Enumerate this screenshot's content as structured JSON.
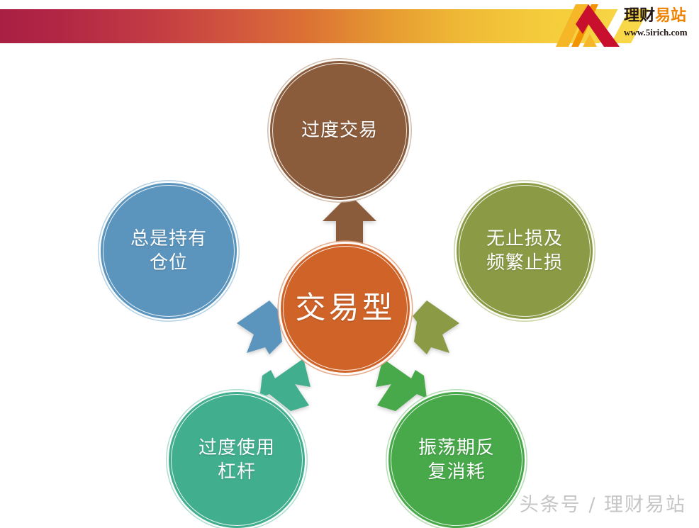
{
  "header": {
    "logo": {
      "mark_name": "mountain-a-logo-mark",
      "brand_part1": "理财",
      "brand_part2": "易站",
      "url": "www.5irich.com",
      "gradient_start": "#a81f44",
      "gradient_mid": "#dc7434",
      "gradient_end": "#f7d341",
      "brand_dark_color": "#231815",
      "brand_accent_color": "#ef8200",
      "mark_red": "#c8102e",
      "mark_gold": "#f5b727"
    }
  },
  "diagram": {
    "type": "radial-cycle",
    "center": {
      "label": "交易型",
      "color": "#cf6328"
    },
    "nodes": [
      {
        "id": "top",
        "label": "过度交易",
        "color": "#8a5c3c",
        "arrow_direction": "up",
        "arrow_color": "#8a5c3c"
      },
      {
        "id": "right",
        "label": "无止损及\n频繁止损",
        "line1": "无止损及",
        "line2": "频繁止损",
        "color": "#8b9b45",
        "arrow_direction": "right",
        "arrow_color": "#8b9b45"
      },
      {
        "id": "bottom-right",
        "label": "振荡期反\n复消耗",
        "line1": "振荡期反",
        "line2": "复消耗",
        "color": "#47a94a",
        "arrow_direction": "down-right",
        "arrow_color": "#47a94a"
      },
      {
        "id": "bottom-left",
        "label": "过度使用\n杠杆",
        "line1": "过度使用",
        "line2": "杠杆",
        "color": "#41ae8e",
        "arrow_direction": "down-left",
        "arrow_color": "#41ae8e"
      },
      {
        "id": "left",
        "label": "总是持有\n仓位",
        "line1": "总是持有",
        "line2": "仓位",
        "color": "#5b95bd",
        "arrow_direction": "left",
        "arrow_color": "#5b95bd"
      }
    ]
  },
  "watermark": {
    "text": "头条号 / 理财易站"
  }
}
